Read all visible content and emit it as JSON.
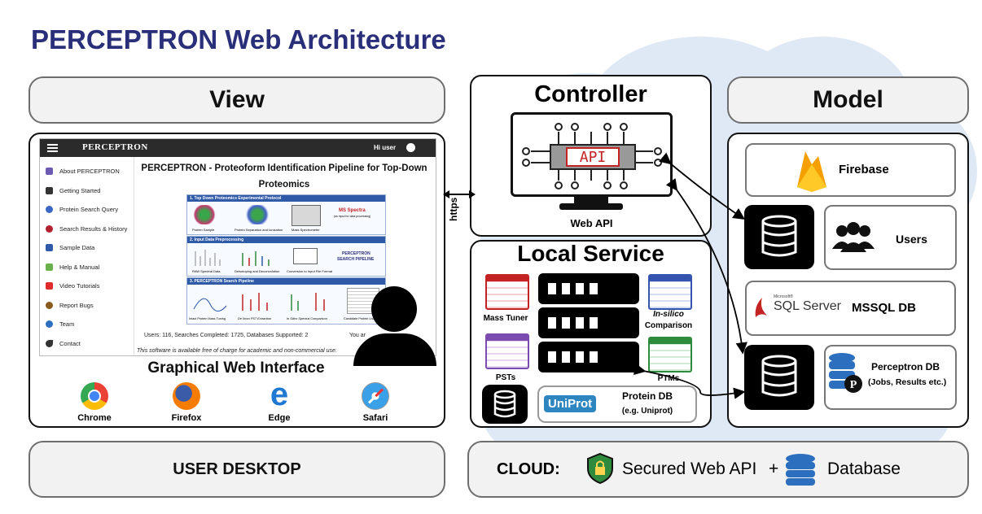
{
  "title": "PERCEPTRON Web Architecture",
  "view": {
    "heading": "View",
    "app": {
      "brand": "PERCEPTRON",
      "greeting": "Hi user",
      "sidebar": [
        "About PERCEPTRON",
        "Getting Started",
        "Protein Search Query",
        "Search Results & History",
        "Sample Data",
        "Help & Manual",
        "Video Tutorials",
        "Report Bugs",
        "Team",
        "Contact"
      ],
      "main_title": "PERCEPTRON - Proteoform Identification Pipeline for Top-Down Proteomics",
      "sections": [
        {
          "title": "1. Top Down Proteomics Experimental Protocol",
          "labels": [
            "Protein Sample",
            "Protein Separation and Ionization",
            "Mass Spectrometer",
            "MS Spectra",
            "(as input for data processing)"
          ]
        },
        {
          "title": "2. Input Data Preprocessing",
          "labels": [
            "RAW Spectral Data",
            "Deisotoping and Deconvolution",
            "Conversion to Input File Format",
            "PERCEPTRON",
            "SEARCH PIPELINE"
          ]
        },
        {
          "title": "3. PERCEPTRON Search Pipeline",
          "labels": [
            "Intact Protein Mass Tuning",
            "De Novo PST Extraction",
            "In Silico Spectral Comparison",
            "Candidate Protein List"
          ]
        }
      ],
      "stats": "Users: 116,  Searches Completed: 1725,  Databases Supported: 2",
      "stats_right": "You ar",
      "footer": "This software is available free of charge for academic and non-commercial use."
    },
    "caption": "Graphical Web Interface",
    "browsers": [
      "Chrome",
      "Firefox",
      "Edge",
      "Safari"
    ]
  },
  "controller": {
    "heading": "Controller",
    "api_text": "API",
    "label": "Web API",
    "link_label": "https"
  },
  "local_service": {
    "heading": "Local Service",
    "tools": {
      "mass_tuner": "Mass Tuner",
      "in_silico_1": "In-silico",
      "in_silico_2": "Comparison",
      "psts": "PSTs",
      "ptms": "PTMs"
    },
    "protein_db": {
      "logo": "UniProt",
      "name": "Protein DB",
      "note": "(e.g. Uniprot)"
    }
  },
  "model": {
    "heading": "Model",
    "firebase": "Firebase",
    "users": "Users",
    "mssql": {
      "microsoft": "Microsoft®",
      "product": "SQL Server",
      "label": "MSSQL DB"
    },
    "perceptron_db": {
      "name": "Perceptron DB",
      "note": "(Jobs, Results etc.)"
    }
  },
  "footer_left": "USER DESKTOP",
  "footer_right": {
    "label": "CLOUD:",
    "text1": "Secured Web API",
    "plus": "+",
    "text2": "Database"
  },
  "colors": {
    "title": "#2a2f7a",
    "firebase": "#f5a000",
    "sqlred": "#c32323",
    "uniprot": "#2e86c1",
    "cloud": "#dfe9f5",
    "db_blue": "#2d6fbf",
    "shield": "#2e8b3d"
  }
}
